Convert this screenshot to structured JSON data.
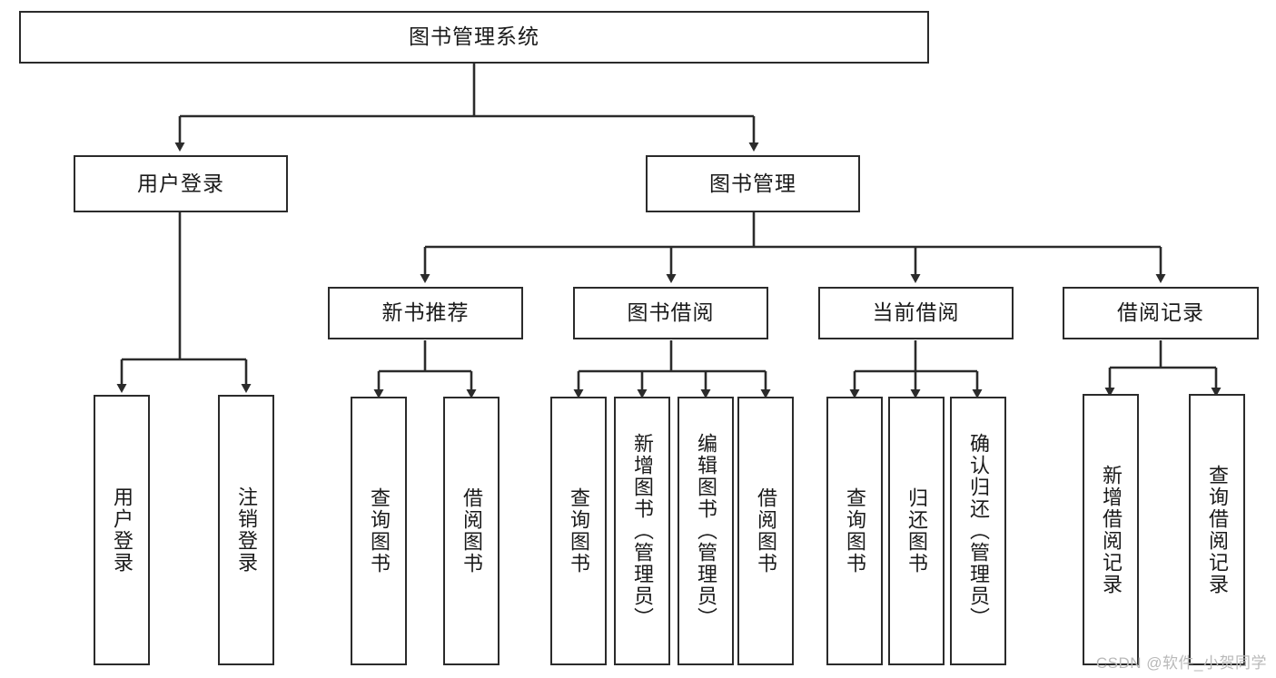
{
  "diagram": {
    "title_node": {
      "label": "图书管理系统"
    },
    "level2": [
      {
        "label": "用户登录"
      },
      {
        "label": "图书管理"
      }
    ],
    "level3": [
      {
        "label": "新书推荐"
      },
      {
        "label": "图书借阅"
      },
      {
        "label": "当前借阅"
      },
      {
        "label": "借阅记录"
      }
    ],
    "leaves": [
      {
        "label": "用户登录"
      },
      {
        "label": "注销登录"
      },
      {
        "label": "查询图书"
      },
      {
        "label": "借阅图书"
      },
      {
        "label": "查询图书"
      },
      {
        "label": "新增图书（管理员）"
      },
      {
        "label": "编辑图书（管理员）"
      },
      {
        "label": "借阅图书"
      },
      {
        "label": "查询图书"
      },
      {
        "label": "归还图书"
      },
      {
        "label": "确认归还（管理员）"
      },
      {
        "label": "新增借阅记录"
      },
      {
        "label": "查询借阅记录"
      }
    ],
    "watermark": "CSDN @软件_小贺同学",
    "colors": {
      "stroke": "#2b2b2b",
      "fill": "#ffffff",
      "text": "#1a1a1a",
      "watermark": "#b9b9b9"
    }
  }
}
